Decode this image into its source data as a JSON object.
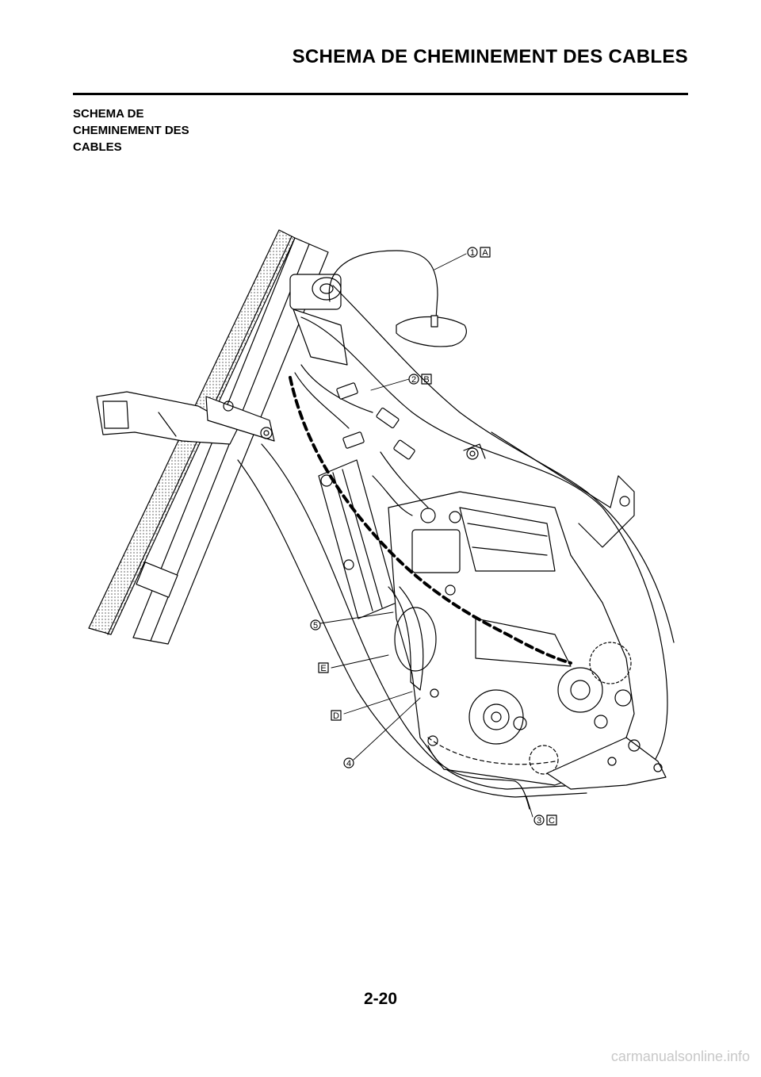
{
  "header": {
    "title": "SCHEMA DE CHEMINEMENT DES CABLES"
  },
  "section": {
    "heading_lines": [
      "SCHEMA DE",
      "CHEMINEMENT DES",
      "CABLES"
    ]
  },
  "diagram": {
    "callouts": [
      {
        "number": "1",
        "letter": "A"
      },
      {
        "number": "2",
        "letter": "B"
      },
      {
        "number": "3",
        "letter": "C"
      },
      {
        "number": "4",
        "letter": ""
      },
      {
        "number": "5",
        "letter": ""
      },
      {
        "number": "",
        "letter": "D"
      },
      {
        "number": "",
        "letter": "E"
      }
    ]
  },
  "footer": {
    "page_number": "2-20",
    "watermark": "carmanualsonline.info"
  }
}
